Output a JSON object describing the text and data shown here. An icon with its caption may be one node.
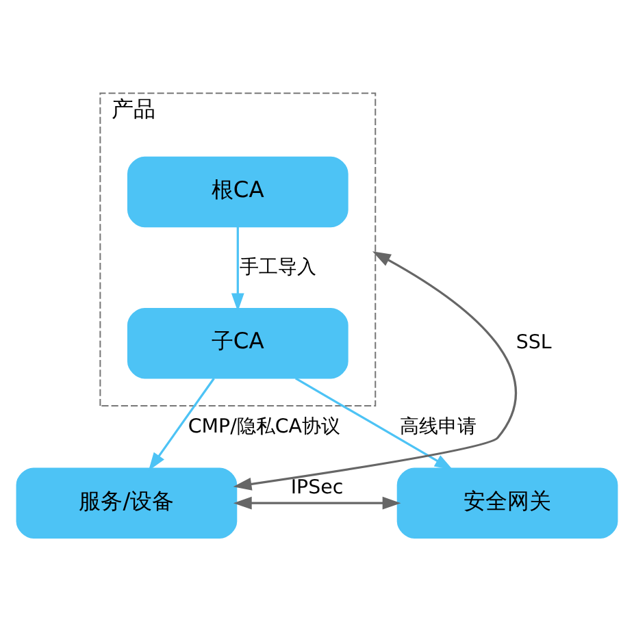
{
  "diagram": {
    "nodes": [
      {
        "text": [
          "产品"
        ]
      },
      {
        "text": [
          "根CA"
        ],
        "in": 0
      },
      {
        "text": [
          "子CA"
        ],
        "in": 0
      },
      {
        "text": [
          "服务/设备"
        ]
      },
      {
        "text": [
          "安全网关"
        ]
      }
    ],
    "edges": [
      {
        "from": 1,
        "to": 2,
        "arrow": "to",
        "label": "手工导入"
      },
      {
        "from": 2,
        "to": 3,
        "arrow": "to",
        "label": "CMP/隐私CA协议"
      },
      {
        "from": 2,
        "to": 4,
        "arrow": "to",
        "label": "高线申请"
      },
      {
        "from": 3,
        "to": 0,
        "arrow": "both",
        "label": "SSL",
        "color": "#666666"
      },
      {
        "from": 3,
        "to": 4,
        "arrow": "both",
        "label": "IPSec",
        "color": "#666666"
      }
    ]
  }
}
